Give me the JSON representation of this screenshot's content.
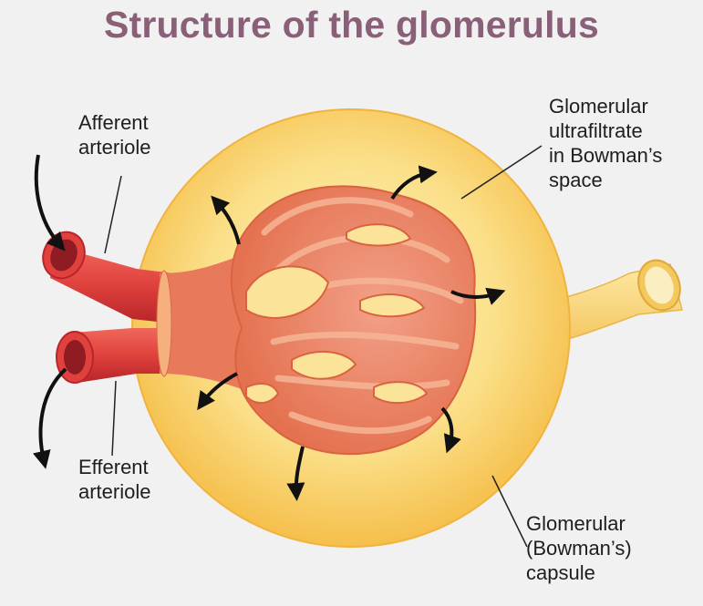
{
  "title": "Structure of the glomerulus",
  "labels": {
    "afferent": [
      "Afferent",
      "arteriole"
    ],
    "efferent": [
      "Efferent",
      "arteriole"
    ],
    "ultrafiltrate": [
      "Glomerular",
      "ultrafiltrate",
      "in Bowman’s",
      "space"
    ],
    "capsule": [
      "Glomerular",
      "(Bowman’s)",
      "capsule"
    ]
  },
  "colors": {
    "capsule_light": "#fdf3b8",
    "capsule_dark": "#f6c04c",
    "capillary": "#e8795a",
    "capillary_light": "#f3a27e",
    "vessel": "#e0413c",
    "vessel_dark": "#b8252a",
    "arrow": "#111111"
  }
}
